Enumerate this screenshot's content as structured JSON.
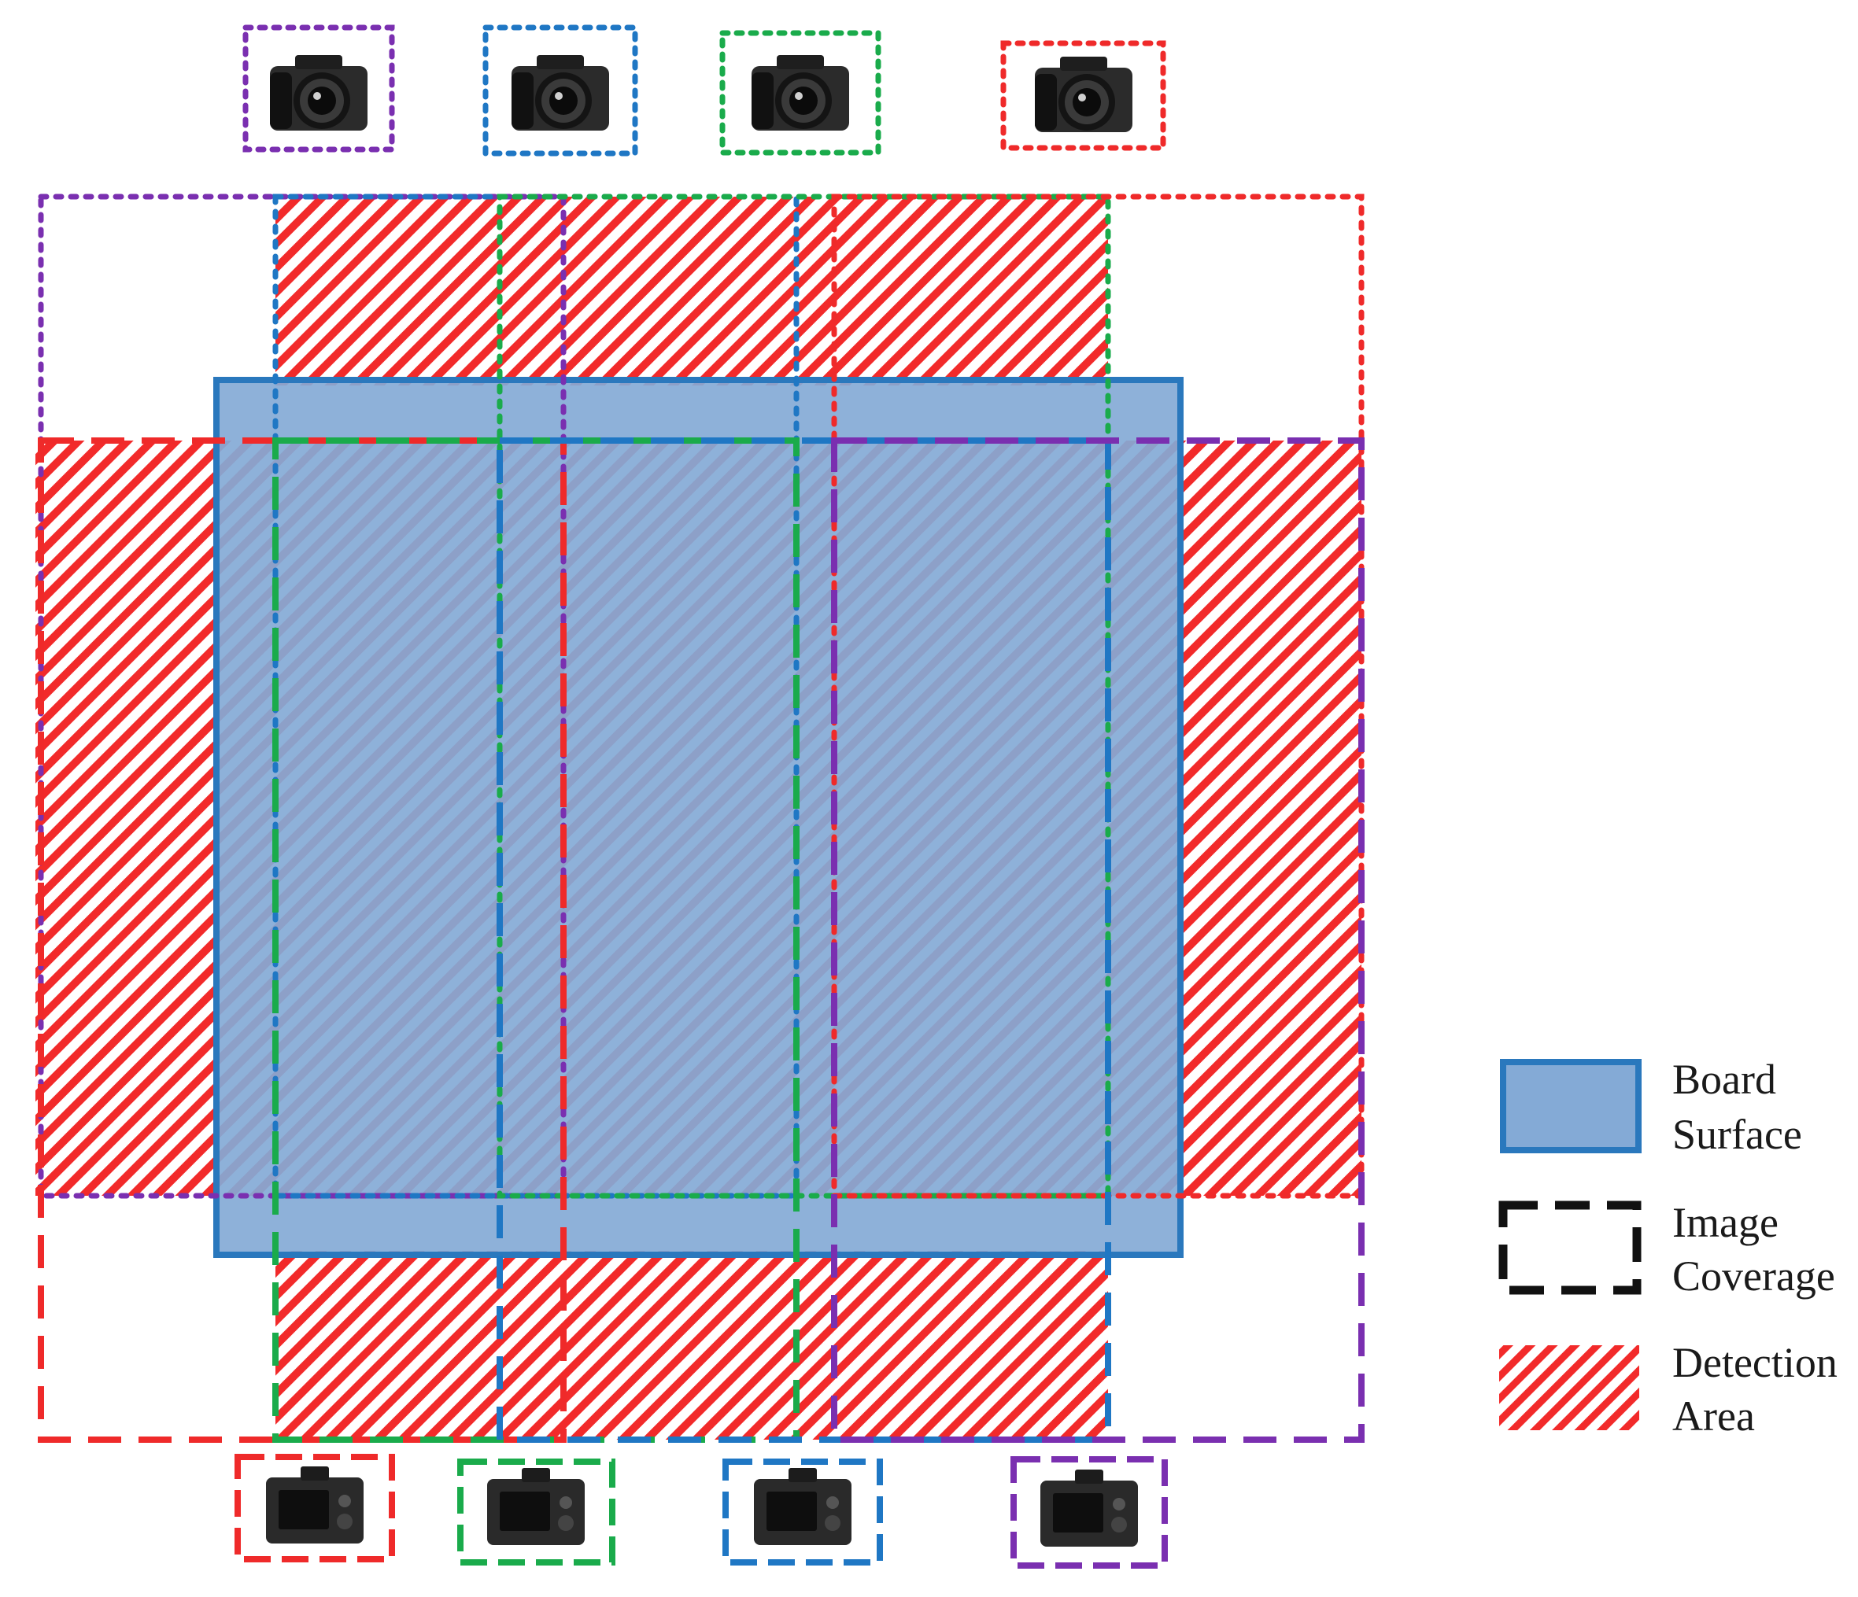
{
  "diagram": {
    "colors": {
      "purple": "#7a2fb0",
      "blue": "#1f77c4",
      "green": "#1aab4b",
      "red": "#ef2a2a",
      "board_fill": "#84aad6",
      "board_stroke": "#2a78bd",
      "hatch": "#f22a2a"
    },
    "top_cameras": [
      {
        "color": "purple",
        "view": "front",
        "icon": "camera-front-icon"
      },
      {
        "color": "blue",
        "view": "front",
        "icon": "camera-front-icon"
      },
      {
        "color": "green",
        "view": "front",
        "icon": "camera-front-icon"
      },
      {
        "color": "red",
        "view": "front",
        "icon": "camera-front-icon"
      }
    ],
    "bottom_cameras": [
      {
        "color": "red",
        "view": "back",
        "icon": "camera-back-icon"
      },
      {
        "color": "green",
        "view": "back",
        "icon": "camera-back-icon"
      },
      {
        "color": "blue",
        "view": "back",
        "icon": "camera-back-icon"
      },
      {
        "color": "purple",
        "view": "back",
        "icon": "camera-back-icon"
      }
    ],
    "legend": {
      "board_surface": {
        "line1": "Board",
        "line2": "Surface"
      },
      "image_coverage": {
        "line1": "Image",
        "line2": "Coverage"
      },
      "detection_area": {
        "line1": "Detection",
        "line2": "Area"
      }
    }
  }
}
